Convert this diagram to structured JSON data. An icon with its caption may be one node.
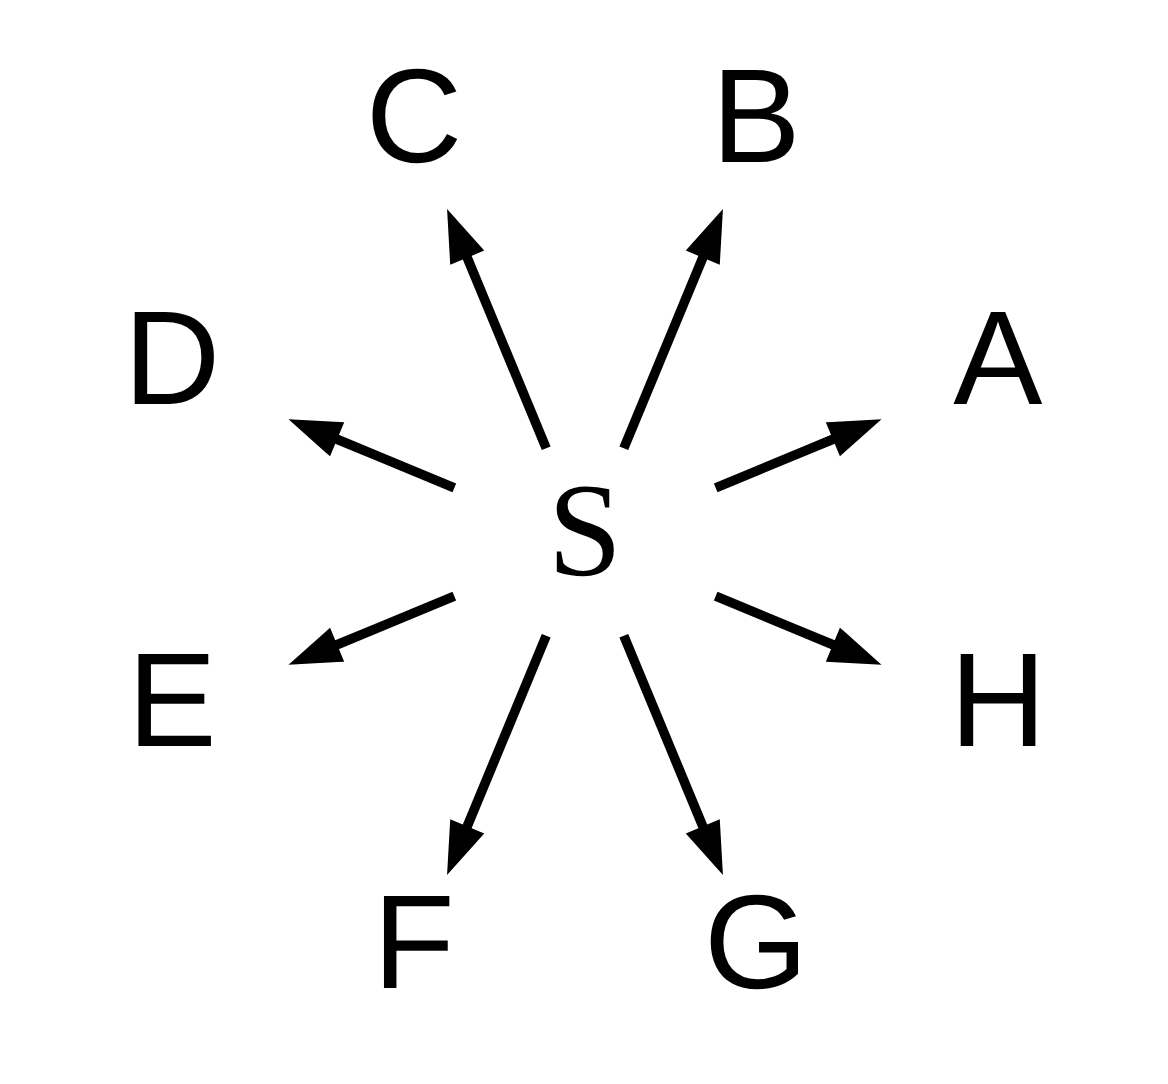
{
  "diagram": {
    "nodes": [
      {
        "text": [
          "S"
        ]
      },
      {
        "text": [
          "A"
        ]
      },
      {
        "text": [
          "B"
        ]
      },
      {
        "text": [
          "C"
        ]
      },
      {
        "text": [
          "D"
        ]
      },
      {
        "text": [
          "E"
        ]
      },
      {
        "text": [
          "F"
        ]
      },
      {
        "text": [
          "G"
        ]
      },
      {
        "text": [
          "H"
        ]
      }
    ],
    "edges": [
      {
        "from": 0,
        "to": 1,
        "arrow": "to"
      },
      {
        "from": 0,
        "to": 2,
        "arrow": "to"
      },
      {
        "from": 0,
        "to": 3,
        "arrow": "to"
      },
      {
        "from": 0,
        "to": 4,
        "arrow": "to"
      },
      {
        "from": 0,
        "to": 5,
        "arrow": "to"
      },
      {
        "from": 0,
        "to": 6,
        "arrow": "to"
      },
      {
        "from": 0,
        "to": 7,
        "arrow": "to"
      },
      {
        "from": 0,
        "to": 8,
        "arrow": "to"
      }
    ]
  }
}
